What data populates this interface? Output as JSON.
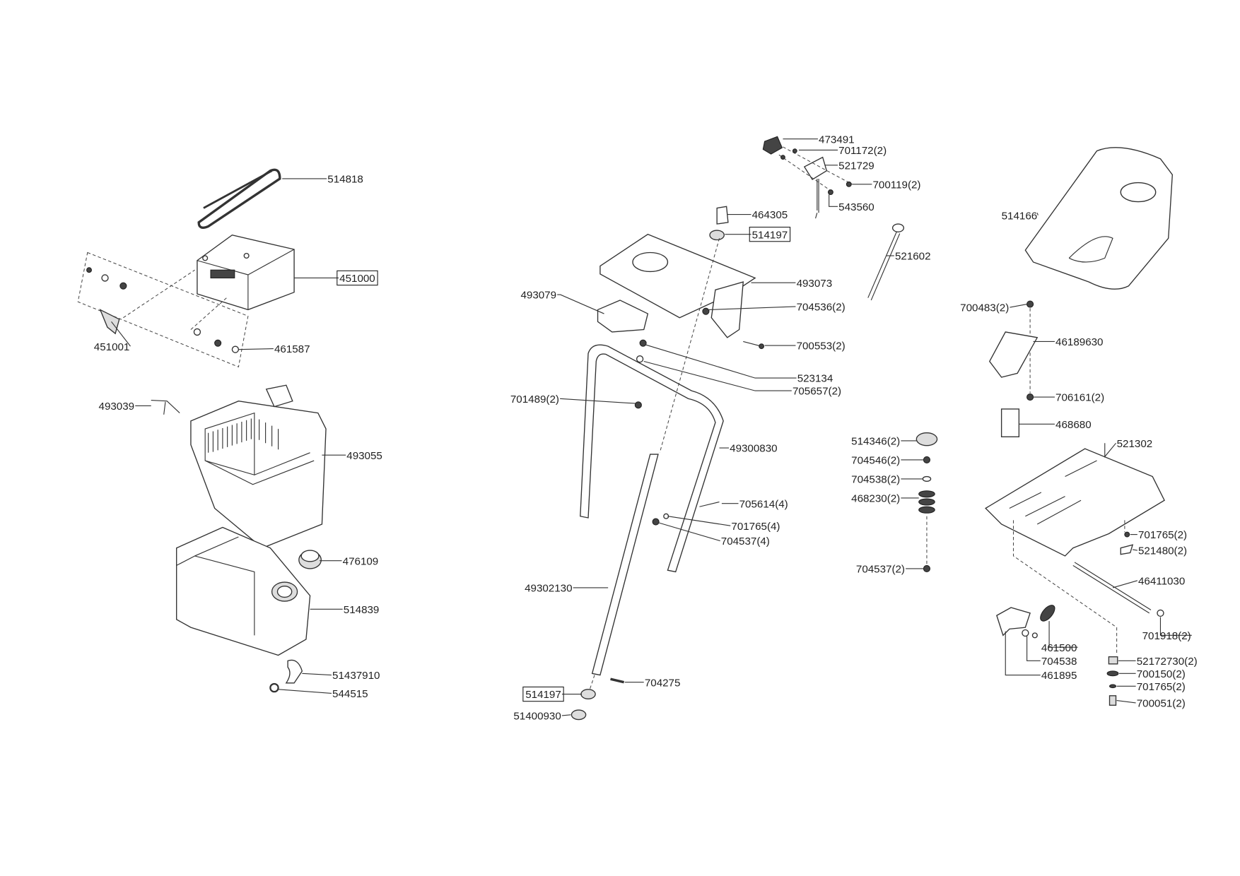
{
  "labels": [
    {
      "id": "514818",
      "text": "514818"
    },
    {
      "id": "451000",
      "text": "451000",
      "boxed": true
    },
    {
      "id": "451001",
      "text": "451001"
    },
    {
      "id": "461587",
      "text": "461587"
    },
    {
      "id": "493039",
      "text": "493039"
    },
    {
      "id": "493055",
      "text": "493055"
    },
    {
      "id": "476109",
      "text": "476109"
    },
    {
      "id": "514839",
      "text": "514839"
    },
    {
      "id": "51437910",
      "text": "51437910"
    },
    {
      "id": "544515",
      "text": "544515"
    },
    {
      "id": "473491",
      "text": "473491"
    },
    {
      "id": "701172",
      "text": "701172(2)"
    },
    {
      "id": "521729",
      "text": "521729"
    },
    {
      "id": "700119",
      "text": "700119(2)"
    },
    {
      "id": "543560",
      "text": "543560"
    },
    {
      "id": "464305",
      "text": "464305"
    },
    {
      "id": "514197-top",
      "text": "514197",
      "boxed": true
    },
    {
      "id": "521602",
      "text": "521602"
    },
    {
      "id": "493073",
      "text": "493073"
    },
    {
      "id": "493079",
      "text": "493079"
    },
    {
      "id": "704536",
      "text": "704536(2)"
    },
    {
      "id": "700553",
      "text": "700553(2)"
    },
    {
      "id": "523134",
      "text": "523134"
    },
    {
      "id": "705657",
      "text": "705657(2)"
    },
    {
      "id": "701489",
      "text": "701489(2)"
    },
    {
      "id": "49300830",
      "text": "49300830"
    },
    {
      "id": "705614",
      "text": "705614(4)"
    },
    {
      "id": "701765-4",
      "text": "701765(4)"
    },
    {
      "id": "704537-4",
      "text": "704537(4)"
    },
    {
      "id": "49302130",
      "text": "49302130"
    },
    {
      "id": "704275",
      "text": "704275"
    },
    {
      "id": "514197-bottom",
      "text": "514197",
      "boxed": true
    },
    {
      "id": "51400930",
      "text": "51400930"
    },
    {
      "id": "514346",
      "text": "514346(2)"
    },
    {
      "id": "704546",
      "text": "704546(2)"
    },
    {
      "id": "704538-2",
      "text": "704538(2)"
    },
    {
      "id": "468230",
      "text": "468230(2)"
    },
    {
      "id": "704537-2",
      "text": "704537(2)"
    },
    {
      "id": "514166",
      "text": "514166"
    },
    {
      "id": "700483",
      "text": "700483(2)"
    },
    {
      "id": "46189630",
      "text": "46189630"
    },
    {
      "id": "706161",
      "text": "706161(2)"
    },
    {
      "id": "468680",
      "text": "468680"
    },
    {
      "id": "521302",
      "text": "521302"
    },
    {
      "id": "701765-a",
      "text": "701765(2)"
    },
    {
      "id": "521480",
      "text": "521480(2)"
    },
    {
      "id": "46411030",
      "text": "46411030"
    },
    {
      "id": "701918",
      "text": "701918(2)"
    },
    {
      "id": "461500",
      "text": "461500"
    },
    {
      "id": "704538",
      "text": "704538"
    },
    {
      "id": "461895",
      "text": "461895"
    },
    {
      "id": "52172730",
      "text": "52172730(2)"
    },
    {
      "id": "700150",
      "text": "700150(2)"
    },
    {
      "id": "701765-b",
      "text": "701765(2)"
    },
    {
      "id": "700051",
      "text": "700051(2)"
    }
  ]
}
